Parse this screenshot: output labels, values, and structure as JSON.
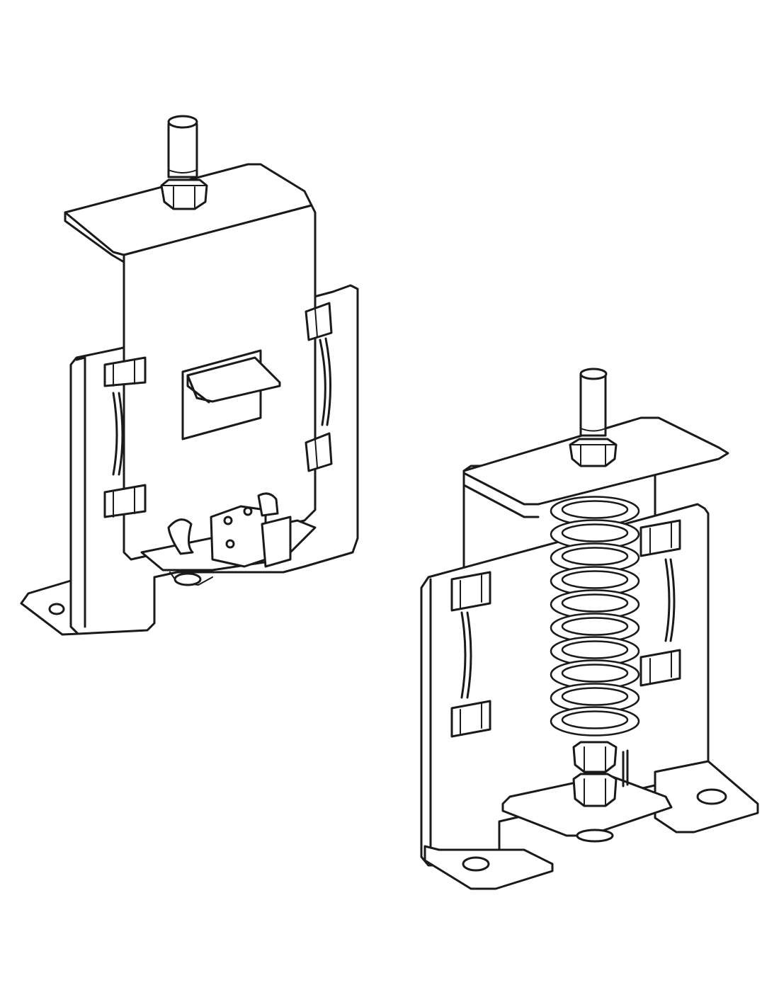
{
  "figure": {
    "line_color": "#1a1a1a",
    "background": "#ffffff",
    "components": [
      {
        "id": "hanger-without-spring",
        "style": "line-art"
      },
      {
        "id": "hanger-with-coil-spring",
        "style": "line-art",
        "spring_turns": 10
      }
    ]
  }
}
